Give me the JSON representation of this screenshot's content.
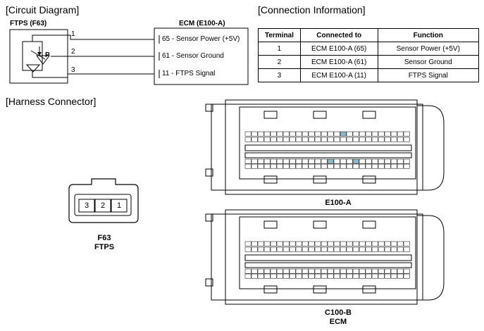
{
  "sections": {
    "circuit_diagram": "[Circuit Diagram]",
    "connection_information": "[Connection Information]",
    "harness_connector": "[Harness Connector]"
  },
  "circuit": {
    "sensor_label": "FTPS (F63)",
    "ecm_label": "ECM (E100-A)",
    "pin_numbers": [
      "1",
      "2",
      "3"
    ],
    "sensor_symbol": "P",
    "ecm_pins": [
      {
        "pin": "65",
        "text": "Sensor Power (+5V)"
      },
      {
        "pin": "61",
        "text": "Sensor Ground"
      },
      {
        "pin": "11",
        "text": "FTPS Signal"
      }
    ],
    "ecm_pin_texts": [
      "65 - Sensor Power (+5V)",
      "61 - Sensor Ground",
      "11 - FTPS Signal"
    ]
  },
  "connection_table": {
    "headers": [
      "Terminal",
      "Connected to",
      "Function"
    ],
    "rows": [
      [
        "1",
        "ECM E100-A (65)",
        "Sensor Power (+5V)"
      ],
      [
        "2",
        "ECM E100-A (61)",
        "Sensor Ground"
      ],
      [
        "3",
        "ECM E100-A (11)",
        "FTPS Signal"
      ]
    ]
  },
  "f63_connector": {
    "pins": [
      "3",
      "2",
      "1"
    ],
    "label_line1": "F63",
    "label_line2": "FTPS"
  },
  "e100a_connector": {
    "label": "E100-A",
    "highlighted_pins": [
      11,
      61,
      65
    ]
  },
  "c100b_connector": {
    "label_line1": "C100-B",
    "label_line2": "ECM"
  },
  "colors": {
    "highlight": "#8fb6c9",
    "line": "#000000"
  }
}
